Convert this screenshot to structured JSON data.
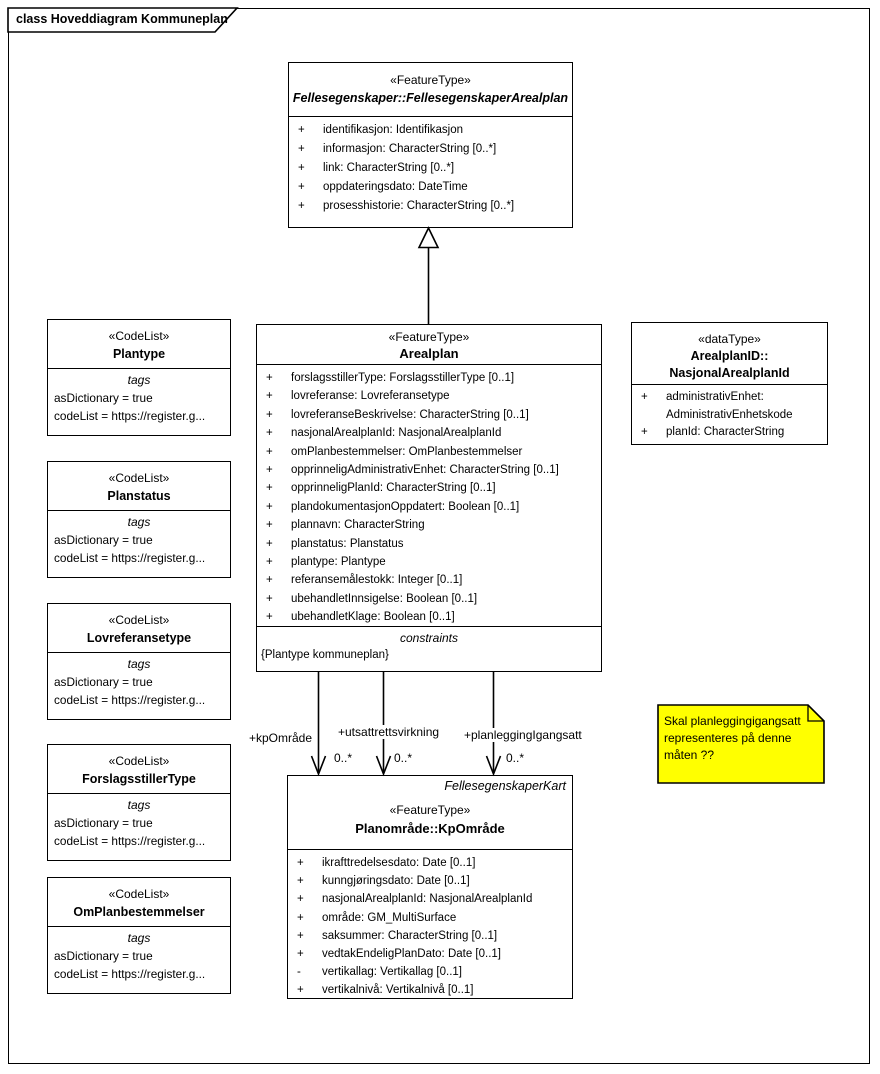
{
  "frame": {
    "title": "class Hoveddiagram Kommuneplan"
  },
  "parent_class": {
    "stereotype": "«FeatureType»",
    "name": "Fellesegenskaper::FellesegenskaperArealplan",
    "attributes": [
      {
        "vis": "+",
        "text": "identifikasjon: Identifikasjon"
      },
      {
        "vis": "+",
        "text": "informasjon: CharacterString [0..*]"
      },
      {
        "vis": "+",
        "text": "link: CharacterString [0..*]"
      },
      {
        "vis": "+",
        "text": "oppdateringsdato: DateTime"
      },
      {
        "vis": "+",
        "text": "prosesshistorie: CharacterString [0..*]"
      }
    ]
  },
  "arealplan": {
    "stereotype": "«FeatureType»",
    "name": "Arealplan",
    "attributes": [
      {
        "vis": "+",
        "text": "forslagsstillerType: ForslagsstillerType [0..1]"
      },
      {
        "vis": "+",
        "text": "lovreferanse: Lovreferansetype"
      },
      {
        "vis": "+",
        "text": "lovreferanseBeskrivelse: CharacterString [0..1]"
      },
      {
        "vis": "+",
        "text": "nasjonalArealplanId: NasjonalArealplanId"
      },
      {
        "vis": "+",
        "text": "omPlanbestemmelser: OmPlanbestemmelser"
      },
      {
        "vis": "+",
        "text": "opprinneligAdministrativEnhet: CharacterString [0..1]"
      },
      {
        "vis": "+",
        "text": "opprinneligPlanId: CharacterString [0..1]"
      },
      {
        "vis": "+",
        "text": "plandokumentasjonOppdatert: Boolean [0..1]"
      },
      {
        "vis": "+",
        "text": "plannavn: CharacterString"
      },
      {
        "vis": "+",
        "text": "planstatus: Planstatus"
      },
      {
        "vis": "+",
        "text": "plantype: Plantype"
      },
      {
        "vis": "+",
        "text": "referansemålestokk: Integer [0..1]"
      },
      {
        "vis": "+",
        "text": "ubehandletInnsigelse: Boolean [0..1]"
      },
      {
        "vis": "+",
        "text": "ubehandletKlage: Boolean [0..1]"
      }
    ],
    "constraints_label": "constraints",
    "constraint": "{Plantype kommuneplan}"
  },
  "arealplan_id_type": {
    "stereotype": "«dataType»",
    "name_line1": "ArealplanID::",
    "name_line2": "NasjonalArealplanId",
    "attributes": [
      {
        "vis": "+",
        "text": "administrativEnhet:"
      },
      {
        "vis": "",
        "text": "AdministrativEnhetskode"
      },
      {
        "vis": "+",
        "text": "planId: CharacterString"
      }
    ]
  },
  "codelists": [
    {
      "stereotype": "«CodeList»",
      "name": "Plantype",
      "tags_label": "tags",
      "tag_lines": [
        "asDictionary = true",
        "codeList = https://register.g..."
      ]
    },
    {
      "stereotype": "«CodeList»",
      "name": "Planstatus",
      "tags_label": "tags",
      "tag_lines": [
        "asDictionary = true",
        "codeList = https://register.g..."
      ]
    },
    {
      "stereotype": "«CodeList»",
      "name": "Lovreferansetype",
      "tags_label": "tags",
      "tag_lines": [
        "asDictionary = true",
        "codeList = https://register.g..."
      ]
    },
    {
      "stereotype": "«CodeList»",
      "name": "ForslagsstillerType",
      "tags_label": "tags",
      "tag_lines": [
        "asDictionary = true",
        "codeList = https://register.g..."
      ]
    },
    {
      "stereotype": "«CodeList»",
      "name": "OmPlanbestemmelser",
      "tags_label": "tags",
      "tag_lines": [
        "asDictionary = true",
        "codeList = https://register.g..."
      ]
    }
  ],
  "kp_omrade": {
    "corner": "FellesegenskaperKart",
    "stereotype": "«FeatureType»",
    "name": "Planområde::KpOmråde",
    "attributes": [
      {
        "vis": "+",
        "text": "ikrafttredelsesdato: Date [0..1]"
      },
      {
        "vis": "+",
        "text": "kunngjøringsdato: Date [0..1]"
      },
      {
        "vis": "+",
        "text": "nasjonalArealplanId: NasjonalArealplanId"
      },
      {
        "vis": "+",
        "text": "område: GM_MultiSurface"
      },
      {
        "vis": "+",
        "text": "saksummer: CharacterString [0..1]"
      },
      {
        "vis": "+",
        "text": "vedtakEndeligPlanDato: Date [0..1]"
      },
      {
        "vis": "-",
        "text": "vertikallag: Vertikallag [0..1]"
      },
      {
        "vis": "+",
        "text": "vertikalnivå: Vertikalnivå [0..1]"
      }
    ]
  },
  "associations": [
    {
      "role": "+kpOmråde",
      "multiplicity": "0..*"
    },
    {
      "role": "+utsattrettsvirkning",
      "multiplicity": "0..*"
    },
    {
      "role": "+planleggingIgangsatt",
      "multiplicity": "0..*"
    }
  ],
  "note": {
    "text": "Skal planleggingigangsatt representeres på denne måten ??",
    "color": "#ffff00"
  }
}
